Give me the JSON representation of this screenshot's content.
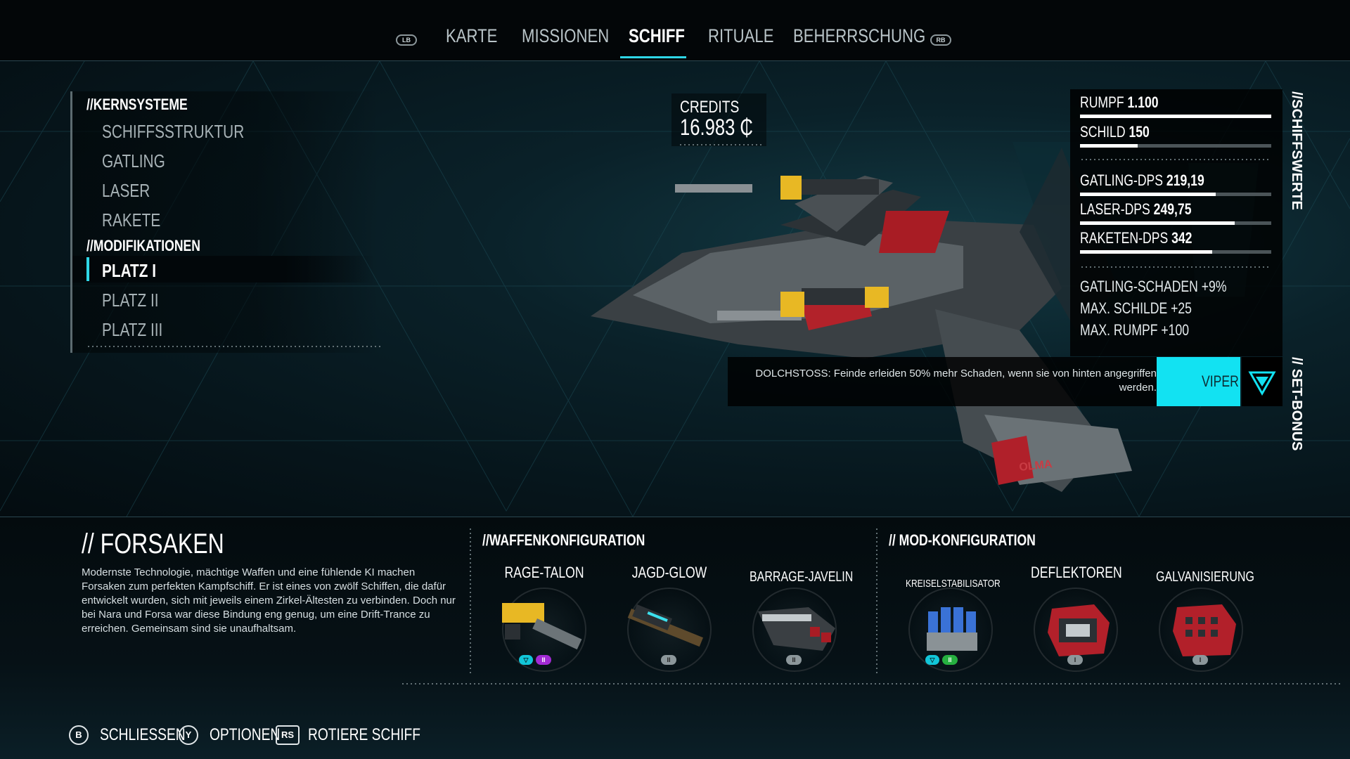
{
  "nav": {
    "lb": "LB",
    "rb": "RB",
    "tabs": [
      "KARTE",
      "MISSIONEN",
      "SCHIFF",
      "RITUALE",
      "BEHERRSCHUNG"
    ],
    "active": "SCHIFF"
  },
  "left_menu": {
    "core_title": "//KERNSYSTEME",
    "core_items": [
      "SCHIFFSSTRUKTUR",
      "GATLING",
      "LASER",
      "RAKETE"
    ],
    "mods_title": "//MODIFIKATIONEN",
    "mod_items": [
      "PLATZ I",
      "PLATZ II",
      "PLATZ III"
    ],
    "selected": "PLATZ I"
  },
  "credits": {
    "label": "CREDITS",
    "value": "16.983",
    "symbol": "₵"
  },
  "stats": {
    "items": [
      {
        "label": "RUMPF",
        "value": "1.100",
        "fill": 1.0
      },
      {
        "label": "SCHILD",
        "value": "150",
        "fill": 0.3
      },
      {
        "label": "GATLING-DPS",
        "value": "219,19",
        "fill": 0.71
      },
      {
        "label": "LASER-DPS",
        "value": "249,75",
        "fill": 0.81
      },
      {
        "label": "RAKETEN-DPS",
        "value": "342",
        "fill": 0.69
      }
    ],
    "bonuses": [
      "GATLING-SCHADEN +9%",
      "MAX. SCHILDE +25",
      "MAX. RUMPF +100"
    ],
    "side_tab": "//SCHIFFSWERTE"
  },
  "set_bonus": {
    "side_tab": "// SET-BONUS",
    "text": "DOLCHSTOSS: Feinde erleiden 50% mehr Schaden, wenn sie von hinten angegriffen werden.",
    "button": "VIPER"
  },
  "ship": {
    "title": "// FORSAKEN",
    "description": "Modernste Technologie, mächtige Waffen und eine fühlende KI machen Forsaken zum perfekten Kampfschiff. Er ist eines von zwölf Schiffen, die dafür entwickelt wurden, sich mit jeweils einem Zirkel-Ältesten zu verbinden. Doch nur bei Nara und Forsa war diese Bindung eng genug, um eine Drift-Trance zu erreichen. Gemeinsam sind sie unaufhaltsam.",
    "hull_text": "OLMA"
  },
  "weapons": {
    "title": "//WAFFENKONFIGURATION",
    "items": [
      {
        "name": "RAGE-TALON",
        "badges": [
          "▽",
          "II"
        ]
      },
      {
        "name": "JAGD-GLOW",
        "badges": [
          "II"
        ]
      },
      {
        "name": "BARRAGE-JAVELIN",
        "badges": [
          "II"
        ]
      }
    ]
  },
  "mods": {
    "title": "// MOD-KONFIGURATION",
    "items": [
      {
        "name": "KREISELSTABILISATOR",
        "badges": [
          "▽",
          "II"
        ]
      },
      {
        "name": "DEFLEKTOREN",
        "badges": [
          "I"
        ]
      },
      {
        "name": "GALVANISIERUNG",
        "badges": [
          "I"
        ]
      }
    ]
  },
  "footer": {
    "controls": [
      {
        "key": "B",
        "label": "SCHLIESSEN"
      },
      {
        "key": "Y",
        "label": "OPTIONEN"
      },
      {
        "key": "RS",
        "label": "ROTIERE SCHIFF"
      }
    ]
  },
  "colors": {
    "accent": "#12e2f2",
    "background": "#050a0d"
  }
}
